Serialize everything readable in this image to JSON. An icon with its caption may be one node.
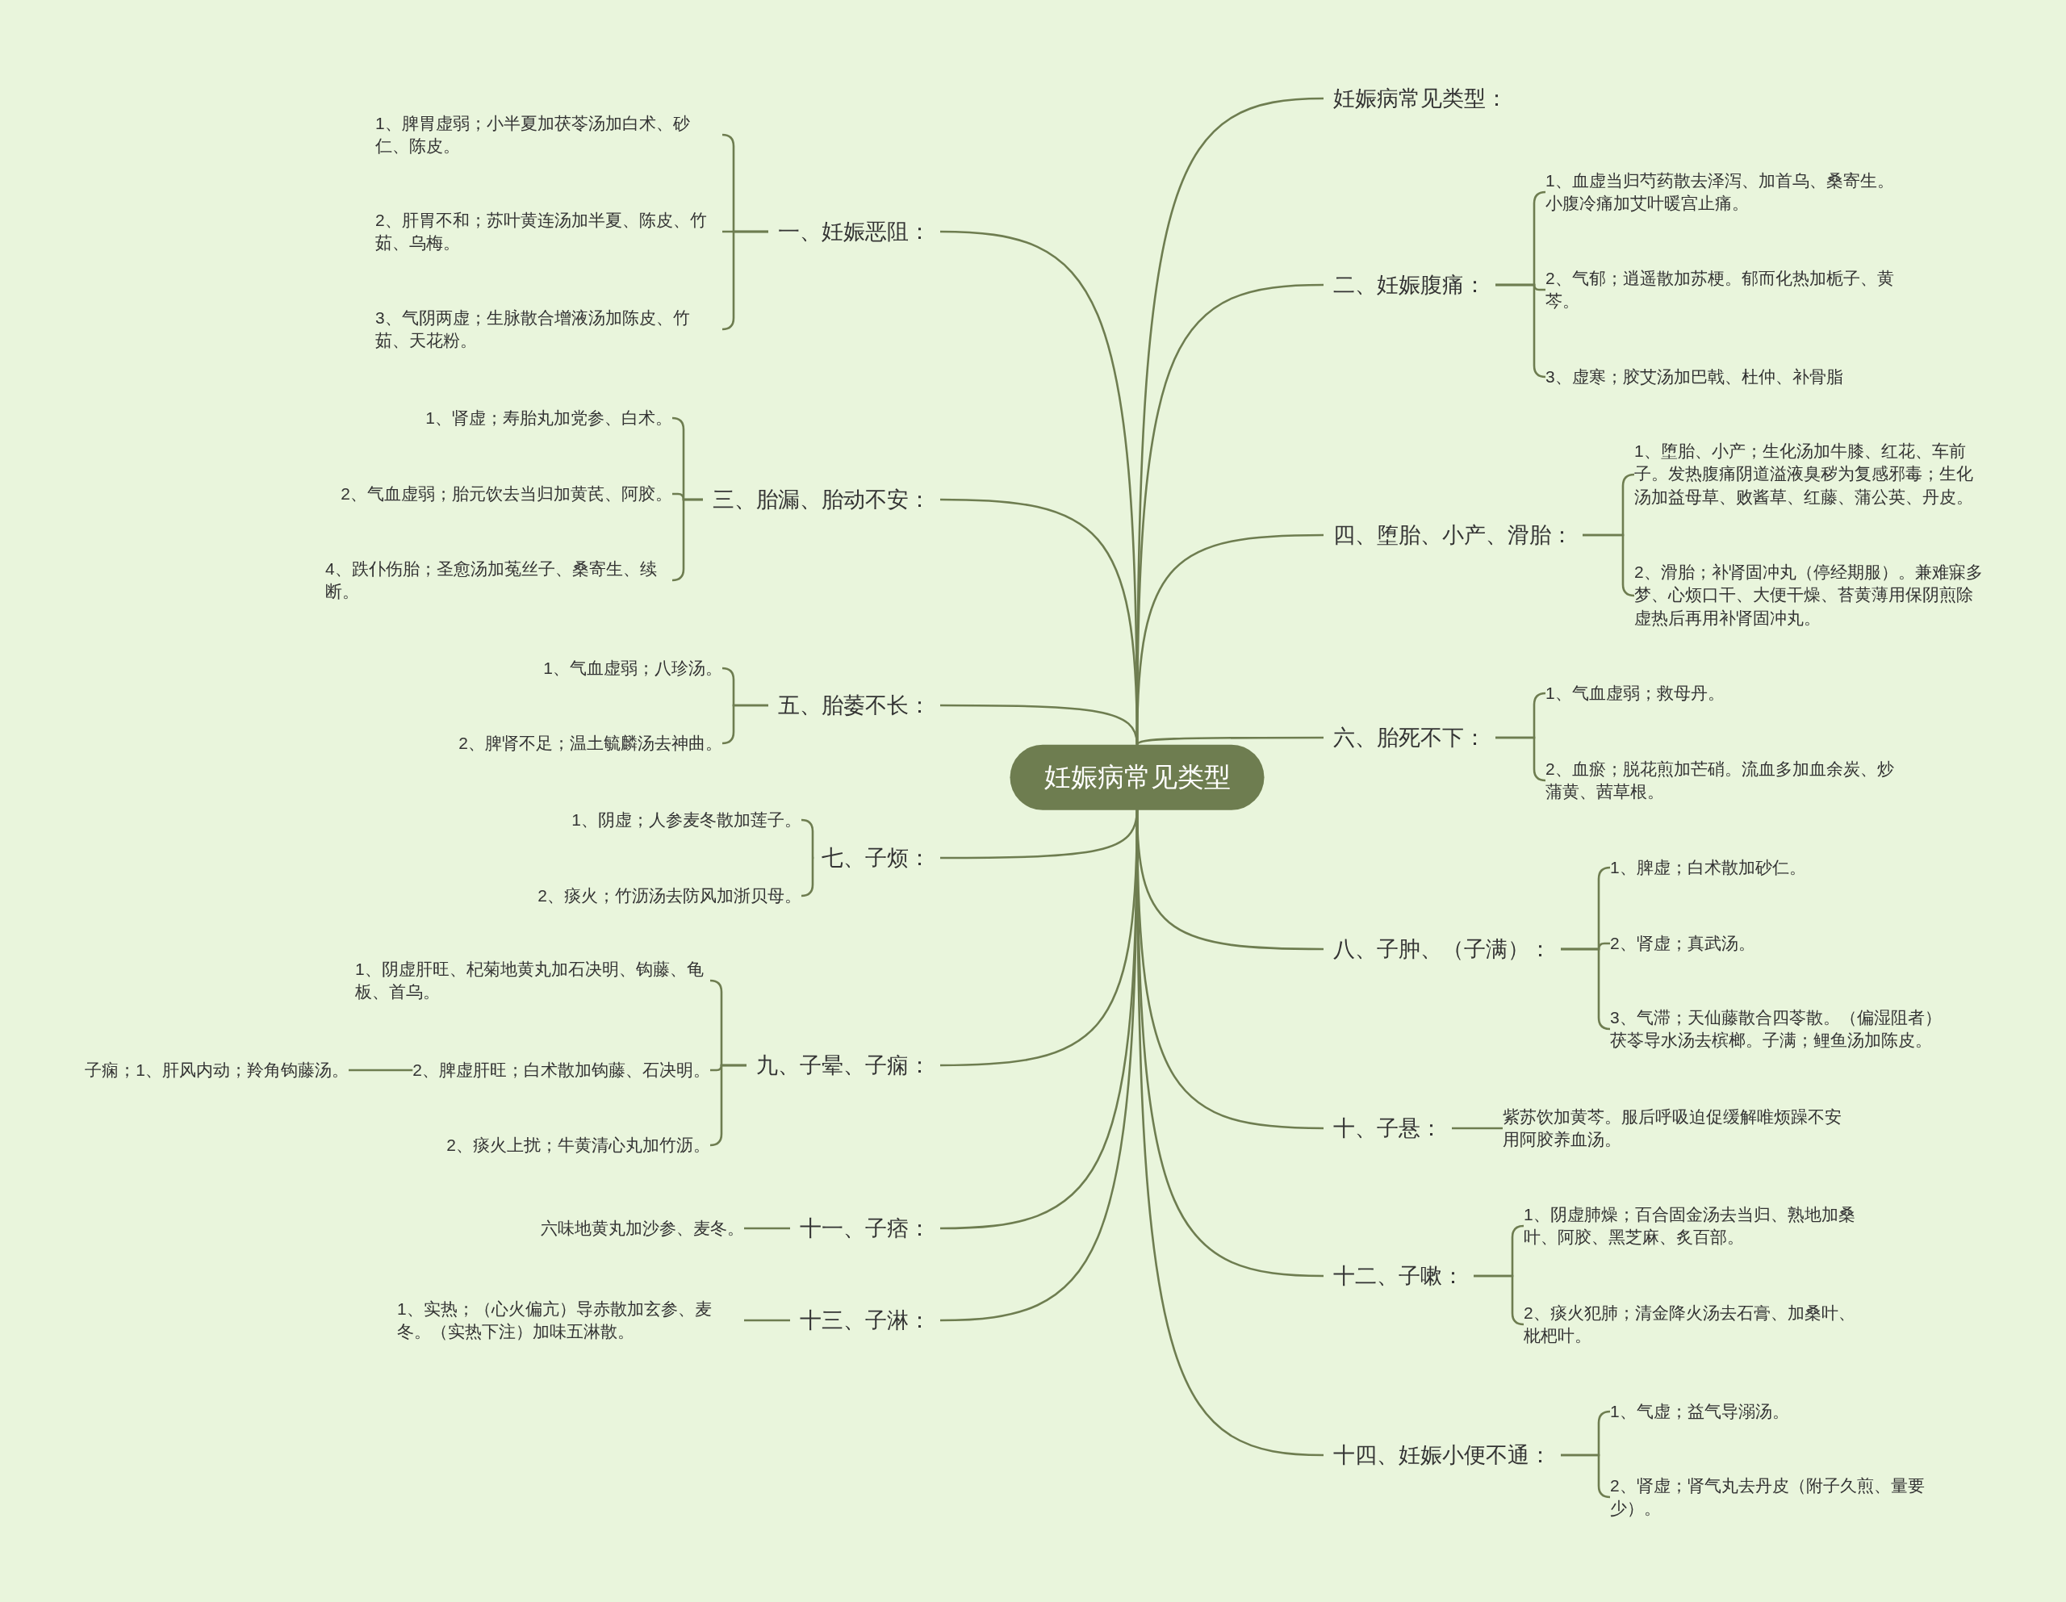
{
  "diagram": {
    "nodes": [
      {
        "text": [
          "妊娠病常见类型"
        ]
      },
      {
        "text": [
          "妊娠病常见类型："
        ]
      },
      {
        "text": [
          "一、妊娠恶阻："
        ]
      },
      {
        "text": [
          "1、脾胃虚弱；小半夏加茯苓汤加白术、砂仁、陈皮。"
        ]
      },
      {
        "text": [
          "2、肝胃不和；苏叶黄连汤加半夏、陈皮、竹茹、乌梅。"
        ]
      },
      {
        "text": [
          "3、气阴两虚；生脉散合增液汤加陈皮、竹茹、天花粉。"
        ]
      },
      {
        "text": [
          "二、妊娠腹痛："
        ]
      },
      {
        "text": [
          "1、血虚当归芍药散去泽泻、加首乌、桑寄生。小腹冷痛加艾叶暖宫止痛。"
        ]
      },
      {
        "text": [
          "2、气郁；逍遥散加苏梗。郁而化热加栀子、黄芩。"
        ]
      },
      {
        "text": [
          "3、虚寒；胶艾汤加巴戟、杜仲、补骨脂"
        ]
      },
      {
        "text": [
          "三、胎漏、胎动不安："
        ]
      },
      {
        "text": [
          "1、肾虚；寿胎丸加党参、白术。"
        ]
      },
      {
        "text": [
          "2、气血虚弱；胎元饮去当归加黄芪、阿胶。"
        ]
      },
      {
        "text": [
          "4、跌仆伤胎；圣愈汤加菟丝子、桑寄生、续断。"
        ]
      },
      {
        "text": [
          "四、堕胎、小产、滑胎："
        ]
      },
      {
        "text": [
          "1、堕胎、小产；生化汤加牛膝、红花、车前子。发热腹痛阴道溢液臭秽为复感邪毒；生化汤加益母草、败酱草、红藤、蒲公英、丹皮。"
        ]
      },
      {
        "text": [
          "2、滑胎；补肾固冲丸（停经期服）。兼难寐多梦、心烦口干、大便干燥、苔黄薄用保阴煎除虚热后再用补肾固冲丸。"
        ]
      },
      {
        "text": [
          "五、胎萎不长："
        ]
      },
      {
        "text": [
          "1、气血虚弱；八珍汤。"
        ]
      },
      {
        "text": [
          "2、脾肾不足；温土毓麟汤去神曲。"
        ]
      },
      {
        "text": [
          "六、胎死不下："
        ]
      },
      {
        "text": [
          "1、气血虚弱；救母丹。"
        ]
      },
      {
        "text": [
          "2、血瘀；脱花煎加芒硝。流血多加血余炭、炒蒲黄、茜草根。"
        ]
      },
      {
        "text": [
          "七、子烦："
        ]
      },
      {
        "text": [
          "1、阴虚；人参麦冬散加莲子。"
        ]
      },
      {
        "text": [
          "2、痰火；竹沥汤去防风加浙贝母。"
        ]
      },
      {
        "text": [
          "八、子肿、（子满）："
        ]
      },
      {
        "text": [
          "1、脾虚；白术散加砂仁。"
        ]
      },
      {
        "text": [
          "2、肾虚；真武汤。"
        ]
      },
      {
        "text": [
          "3、气滞；天仙藤散合四苓散。（偏湿阻者）茯苓导水汤去槟榔。子满；鲤鱼汤加陈皮。"
        ]
      },
      {
        "text": [
          "九、子晕、子痫："
        ]
      },
      {
        "text": [
          "1、阴虚肝旺、杞菊地黄丸加石决明、钩藤、龟板、首乌。"
        ]
      },
      {
        "text": [
          "2、脾虚肝旺；白术散加钩藤、石决明。"
        ]
      },
      {
        "text": [
          "子痫；1、肝风内动；羚角钩藤汤。"
        ]
      },
      {
        "text": [
          "2、痰火上扰；牛黄清心丸加竹沥。"
        ]
      },
      {
        "text": [
          "十、子悬："
        ]
      },
      {
        "text": [
          "紫苏饮加黄芩。服后呼吸迫促缓解唯烦躁不安用阿胶养血汤。"
        ]
      },
      {
        "text": [
          "十一、子痞："
        ]
      },
      {
        "text": [
          "六味地黄丸加沙参、麦冬。"
        ]
      },
      {
        "text": [
          "十二、子嗽："
        ]
      },
      {
        "text": [
          "1、阴虚肺燥；百合固金汤去当归、熟地加桑叶、阿胶、黑芝麻、炙百部。"
        ]
      },
      {
        "text": [
          "2、痰火犯肺；清金降火汤去石膏、加桑叶、枇杷叶。"
        ]
      },
      {
        "text": [
          "十三、子淋："
        ]
      },
      {
        "text": [
          "1、实热；（心火偏亢）导赤散加玄参、麦冬。（实热下注）加味五淋散。"
        ]
      },
      {
        "text": [
          "十四、妊娠小便不通："
        ]
      },
      {
        "text": [
          "1、气虚；益气导溺汤。"
        ]
      },
      {
        "text": [
          "2、肾虚；肾气丸去丹皮（附子久煎、量要少）。"
        ]
      }
    ],
    "edges": [
      {
        "from": 0,
        "to": 1,
        "arrow": "none"
      },
      {
        "from": 0,
        "to": 2,
        "arrow": "none"
      },
      {
        "from": 2,
        "to": 3,
        "arrow": "none"
      },
      {
        "from": 2,
        "to": 4,
        "arrow": "none"
      },
      {
        "from": 2,
        "to": 5,
        "arrow": "none"
      },
      {
        "from": 0,
        "to": 6,
        "arrow": "none"
      },
      {
        "from": 6,
        "to": 7,
        "arrow": "none"
      },
      {
        "from": 6,
        "to": 8,
        "arrow": "none"
      },
      {
        "from": 6,
        "to": 9,
        "arrow": "none"
      },
      {
        "from": 0,
        "to": 10,
        "arrow": "none"
      },
      {
        "from": 10,
        "to": 11,
        "arrow": "none"
      },
      {
        "from": 10,
        "to": 12,
        "arrow": "none"
      },
      {
        "from": 10,
        "to": 13,
        "arrow": "none"
      },
      {
        "from": 0,
        "to": 14,
        "arrow": "none"
      },
      {
        "from": 14,
        "to": 15,
        "arrow": "none"
      },
      {
        "from": 14,
        "to": 16,
        "arrow": "none"
      },
      {
        "from": 0,
        "to": 17,
        "arrow": "none"
      },
      {
        "from": 17,
        "to": 18,
        "arrow": "none"
      },
      {
        "from": 17,
        "to": 19,
        "arrow": "none"
      },
      {
        "from": 0,
        "to": 20,
        "arrow": "none"
      },
      {
        "from": 20,
        "to": 21,
        "arrow": "none"
      },
      {
        "from": 20,
        "to": 22,
        "arrow": "none"
      },
      {
        "from": 0,
        "to": 23,
        "arrow": "none"
      },
      {
        "from": 23,
        "to": 24,
        "arrow": "none"
      },
      {
        "from": 23,
        "to": 25,
        "arrow": "none"
      },
      {
        "from": 0,
        "to": 26,
        "arrow": "none"
      },
      {
        "from": 26,
        "to": 27,
        "arrow": "none"
      },
      {
        "from": 26,
        "to": 28,
        "arrow": "none"
      },
      {
        "from": 26,
        "to": 29,
        "arrow": "none"
      },
      {
        "from": 0,
        "to": 30,
        "arrow": "none"
      },
      {
        "from": 30,
        "to": 31,
        "arrow": "none"
      },
      {
        "from": 30,
        "to": 32,
        "arrow": "none"
      },
      {
        "from": 32,
        "to": 33,
        "arrow": "none"
      },
      {
        "from": 30,
        "to": 34,
        "arrow": "none"
      },
      {
        "from": 0,
        "to": 35,
        "arrow": "none"
      },
      {
        "from": 35,
        "to": 36,
        "arrow": "none"
      },
      {
        "from": 0,
        "to": 37,
        "arrow": "none"
      },
      {
        "from": 37,
        "to": 38,
        "arrow": "none"
      },
      {
        "from": 0,
        "to": 39,
        "arrow": "none"
      },
      {
        "from": 39,
        "to": 40,
        "arrow": "none"
      },
      {
        "from": 39,
        "to": 41,
        "arrow": "none"
      },
      {
        "from": 0,
        "to": 42,
        "arrow": "none"
      },
      {
        "from": 42,
        "to": 43,
        "arrow": "none"
      },
      {
        "from": 0,
        "to": 44,
        "arrow": "none"
      },
      {
        "from": 44,
        "to": 45,
        "arrow": "none"
      },
      {
        "from": 44,
        "to": 46,
        "arrow": "none"
      }
    ]
  }
}
